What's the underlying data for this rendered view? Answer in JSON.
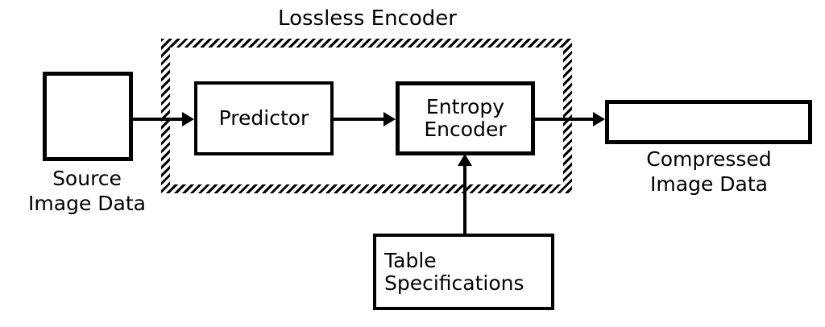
{
  "diagram": {
    "title": "Lossless Encoder",
    "background_color": "#ffffff",
    "stroke_color": "#000000",
    "nodes": {
      "source": {
        "label": "",
        "caption": "Source\nImage Data"
      },
      "predictor": {
        "label": "Predictor",
        "caption": ""
      },
      "entropy_encoder": {
        "label": "Entropy\nEncoder",
        "caption": ""
      },
      "compressed": {
        "label": "",
        "caption": "Compressed\nImage Data"
      },
      "table_specifications": {
        "label": "Table\nSpecifications",
        "caption": ""
      }
    },
    "group_frame": {
      "label": "Lossless Encoder",
      "style": "hatched-dashed"
    },
    "edges": [
      {
        "from": "source",
        "to": "predictor",
        "direction": "right"
      },
      {
        "from": "predictor",
        "to": "entropy_encoder",
        "direction": "right"
      },
      {
        "from": "entropy_encoder",
        "to": "compressed",
        "direction": "right"
      },
      {
        "from": "table_specifications",
        "to": "entropy_encoder",
        "direction": "up"
      }
    ]
  }
}
